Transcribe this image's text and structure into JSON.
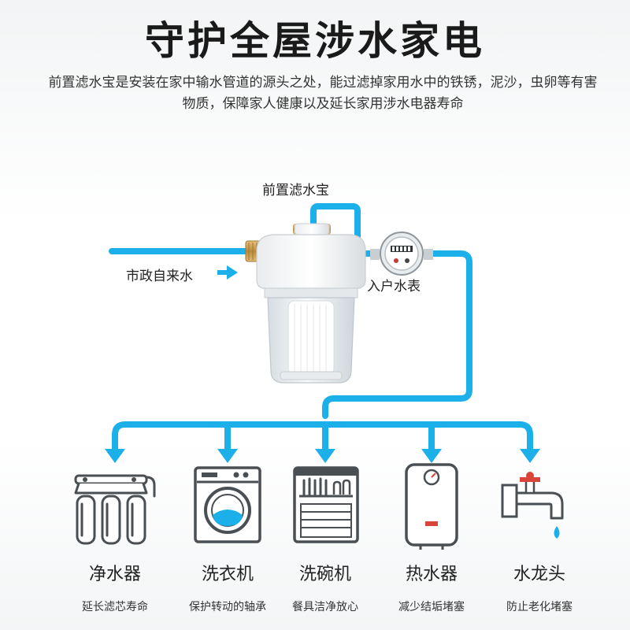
{
  "header": {
    "title": "守护全屋涉水家电",
    "subtitle": "前置滤水宝是安装在家中输水管道的源头之处，能过滤掉家用水中的铁锈，泥沙，虫卵等有害物质，保障家人健康以及延长家用涉水电器寿命"
  },
  "diagram": {
    "filter_label": "前置滤水宝",
    "city_water_label": "市政自来水",
    "meter_label": "入户水表",
    "pipe_color": "#1bb0ea"
  },
  "appliances": [
    {
      "name": "净水器",
      "desc": "延长滤芯寿命",
      "icon": "water-purifier-icon"
    },
    {
      "name": "洗衣机",
      "desc": "保护转动的轴承",
      "icon": "washing-machine-icon"
    },
    {
      "name": "洗碗机",
      "desc": "餐具洁净放心",
      "icon": "dishwasher-icon"
    },
    {
      "name": "热水器",
      "desc": "减少结垢堵塞",
      "icon": "water-heater-icon"
    },
    {
      "name": "水龙头",
      "desc": "防止老化堵塞",
      "icon": "faucet-icon"
    }
  ]
}
